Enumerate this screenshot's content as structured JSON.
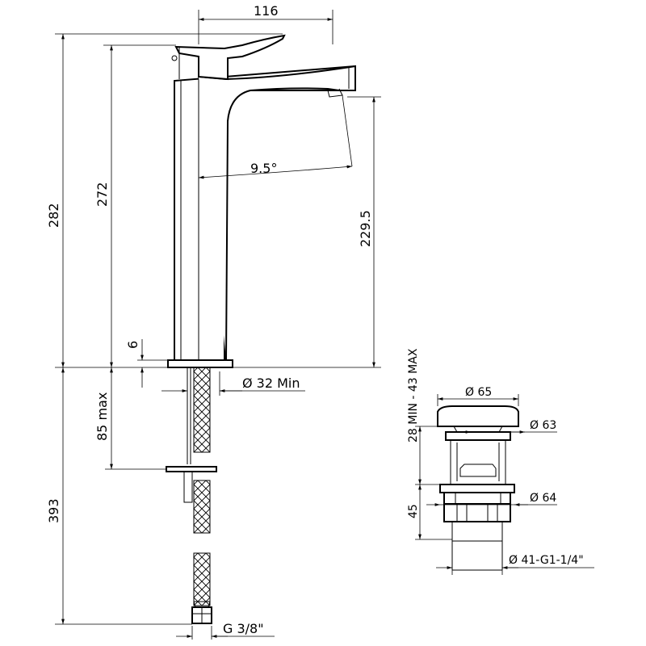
{
  "faucet": {
    "width": "116",
    "total_height": "282",
    "body_height": "272",
    "spout_height": "229.5",
    "spout_angle": "9.5°",
    "base_thickness": "6",
    "hole_diameter": "Ø 32 Min",
    "max_depth": "85 max",
    "hose_length": "393",
    "connection": "G 3/8\""
  },
  "drain": {
    "cap_diameter": "Ø 65",
    "stem_diameter": "Ø 63",
    "flange_diameter": "Ø 64",
    "thread": "Ø 41-G1-1/4\"",
    "adjust_range": "28 MIN - 43 MAX",
    "body_height": "45"
  }
}
